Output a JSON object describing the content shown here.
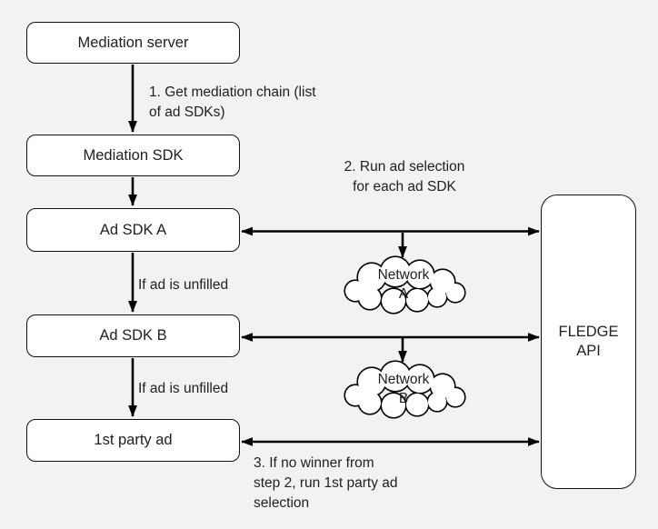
{
  "diagram": {
    "background_color": "#f1f2f2",
    "box_fill_color": "#ffffff",
    "line_color": "#000000",
    "text_color": "#202124",
    "nodes": {
      "mediation_server": "Mediation server",
      "mediation_sdk": "Mediation SDK",
      "ad_sdk_a": "Ad SDK A",
      "ad_sdk_b": "Ad SDK B",
      "first_party_ad": "1st party ad",
      "fledge_api": "FLEDGE\nAPI"
    },
    "clouds": {
      "network_a": "Network\nA",
      "network_b": "Network\nB"
    },
    "annotations": {
      "step1": "1. Get mediation chain (list\nof ad SDKs)",
      "step2": "2. Run ad selection\nfor each ad SDK",
      "step3": "3. If no winner from\nstep 2, run 1st party ad\nselection",
      "unfilled_a": "If ad is unfilled",
      "unfilled_b": "If ad is unfilled"
    }
  }
}
